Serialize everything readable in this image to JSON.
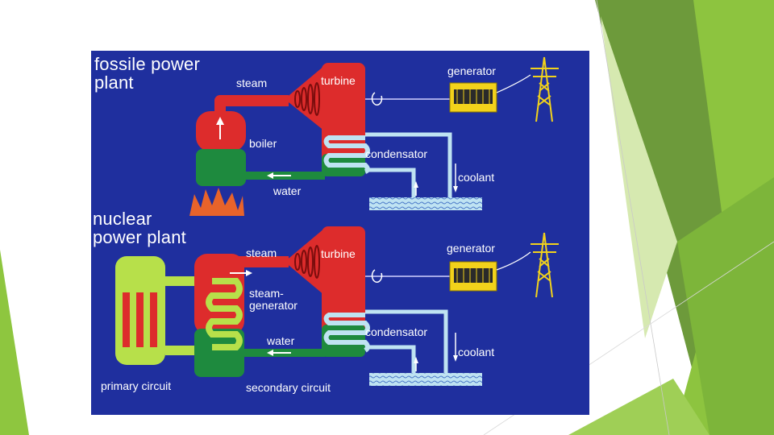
{
  "slide": {
    "accent_colors": {
      "light_green": "#9bc83f",
      "mid_green": "#6f9a3a",
      "dark_green": "#4e7a1f",
      "pale_green": "#d4e8a8"
    }
  },
  "figure": {
    "background": "#1f2f9e",
    "fossil": {
      "title": "fossile power\nplant",
      "steam": "steam",
      "turbine": "turbine",
      "generator": "generator",
      "boiler": "boiler",
      "condensator": "condensator",
      "coolant": "coolant",
      "water": "water"
    },
    "nuclear": {
      "title": "nuclear\npower plant",
      "steam": "steam",
      "turbine": "turbine",
      "generator": "generator",
      "steam_generator": "steam-\ngenerator",
      "condensator": "condensator",
      "coolant": "coolant",
      "water": "water",
      "primary_circuit": "primary circuit",
      "secondary_circuit": "secondary circuit"
    },
    "colors": {
      "hot": "#dd2c2c",
      "cold": "#1e8a3e",
      "coolant": "#bfe3f2",
      "reactor": "#b7e04a",
      "generator": "#f2d21b",
      "tower": "#f2d21b",
      "fire": "#e8632a"
    },
    "icons": [
      "rotation-arrow-icon",
      "pylon-icon",
      "flame-icon",
      "arrow-icon"
    ]
  }
}
